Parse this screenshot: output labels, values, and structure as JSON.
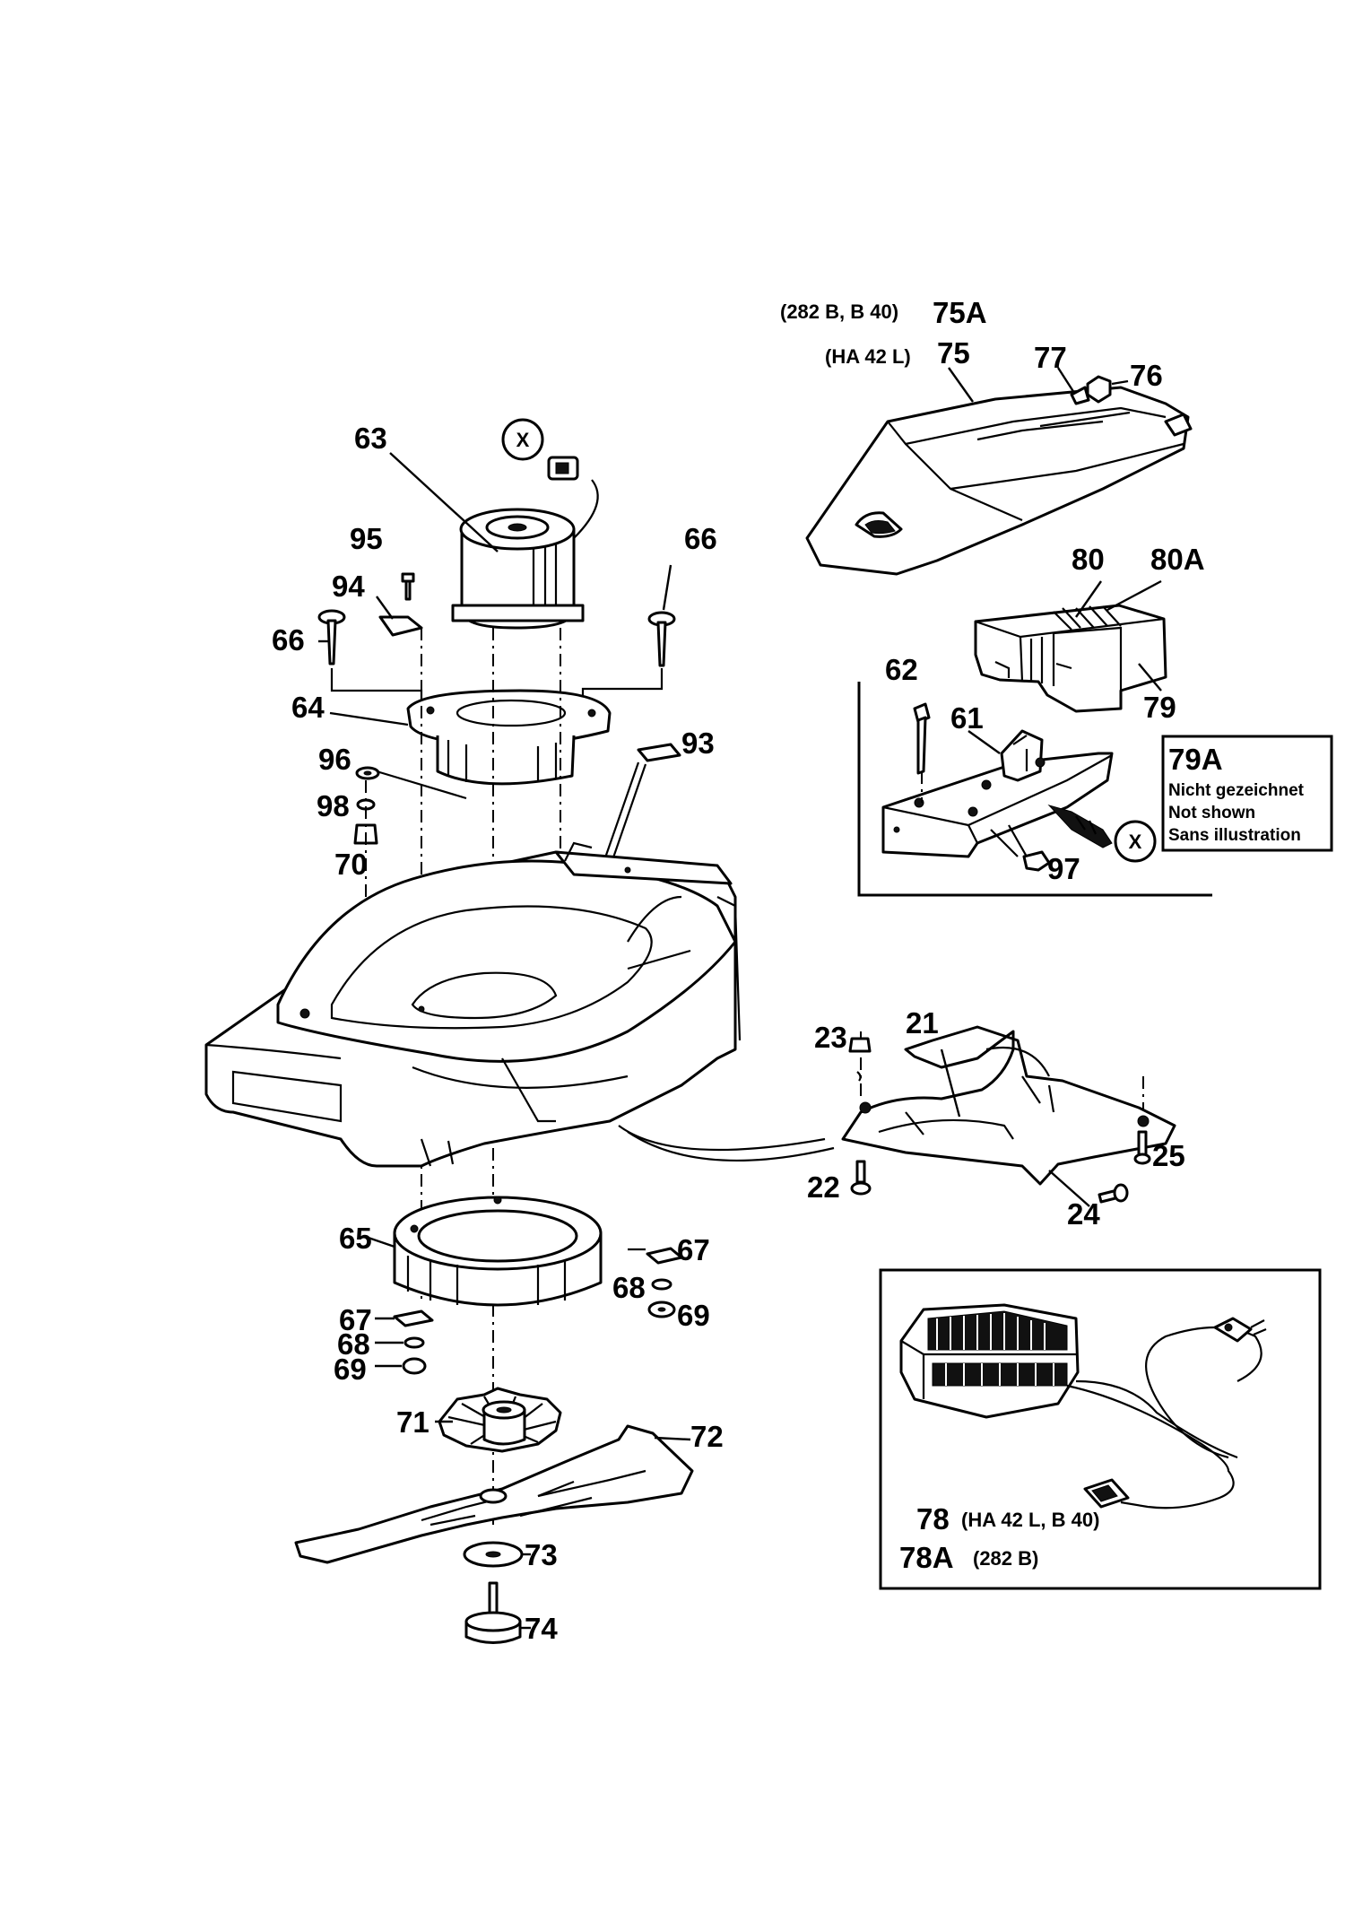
{
  "callouts": {
    "c63": "63",
    "c95": "95",
    "c94": "94",
    "c66a": "66",
    "c66b": "66",
    "c64": "64",
    "c96": "96",
    "c98": "98",
    "c70": "70",
    "c93": "93",
    "c65": "65",
    "c67a": "67",
    "c68a": "68",
    "c69a": "69",
    "c67b": "67",
    "c68b": "68",
    "c69b": "69",
    "c71": "71",
    "c72": "72",
    "c73": "73",
    "c74": "74",
    "c75A": "75A",
    "c75": "75",
    "c77": "77",
    "c76": "76",
    "c80": "80",
    "c80A": "80A",
    "c79": "79",
    "c62": "62",
    "c61": "61",
    "c97": "97",
    "c21": "21",
    "c23": "23",
    "c22": "22",
    "c24": "24",
    "c25": "25",
    "c78": "78",
    "c78A": "78A"
  },
  "variants": {
    "v75A": "(282 B, B 40)",
    "v75": "(HA 42 L)",
    "v78": "(HA 42 L, B 40)",
    "v78A": "(282 B)"
  },
  "note79A": {
    "title": "79A",
    "line1": "Nicht gezeichnet",
    "line2": "Not shown",
    "line3": "Sans illustration"
  },
  "connector_mark": "X"
}
